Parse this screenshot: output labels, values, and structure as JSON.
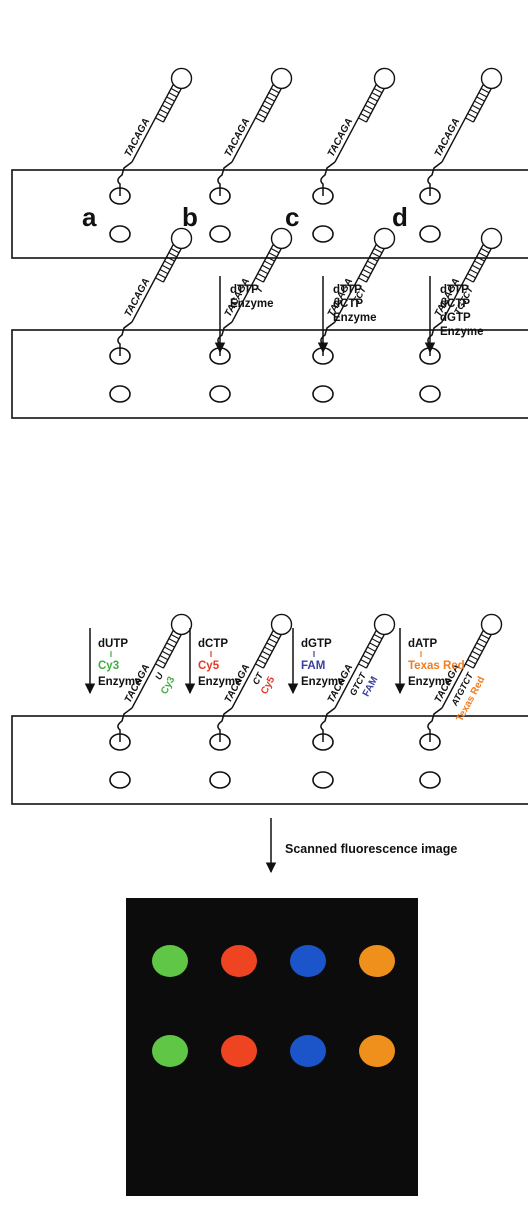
{
  "spot_labels": [
    "a",
    "b",
    "c",
    "d"
  ],
  "probe_sequence": "TACAGA",
  "step1": {
    "reagents": [
      [],
      [
        "dTTP",
        "Enzyme"
      ],
      [
        "dTTP",
        "dCTP",
        "Enzyme"
      ],
      [
        "dTTP",
        "dCTP",
        "dGTP",
        "Enzyme"
      ]
    ]
  },
  "step2": {
    "extensions": [
      "",
      "T",
      "TCT",
      "TGTCT"
    ]
  },
  "step3": {
    "nucleotides": [
      "dUTP",
      "dCTP",
      "dGTP",
      "dATP"
    ],
    "dyes": [
      "Cy3",
      "Cy5",
      "FAM",
      "Texas Red"
    ],
    "enzyme_label": "Enzyme",
    "dye_colors": [
      "#3fae3f",
      "#e23a2a",
      "#3b3f9e",
      "#f07d1f"
    ],
    "extensions": [
      "U",
      "CT",
      "GTCT",
      "ATGTCT"
    ]
  },
  "scan": {
    "label": "Scanned fluorescence image",
    "spot_colors": [
      "#5fc646",
      "#ee4422",
      "#1c55c9",
      "#f0901c"
    ]
  }
}
